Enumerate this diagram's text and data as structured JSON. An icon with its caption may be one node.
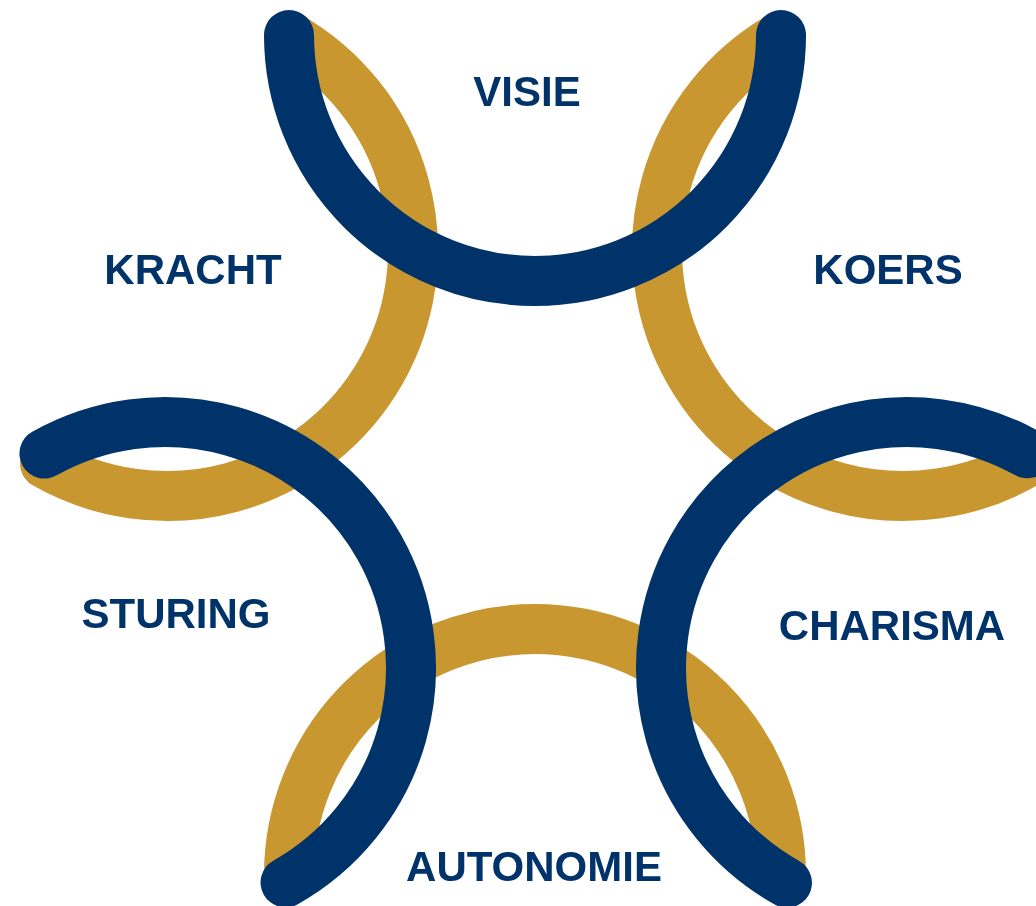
{
  "diagram": {
    "labels": [
      "VISIE",
      "KRACHT",
      "KOERS",
      "STURING",
      "CHARISMA",
      "AUTONOMIE"
    ]
  }
}
